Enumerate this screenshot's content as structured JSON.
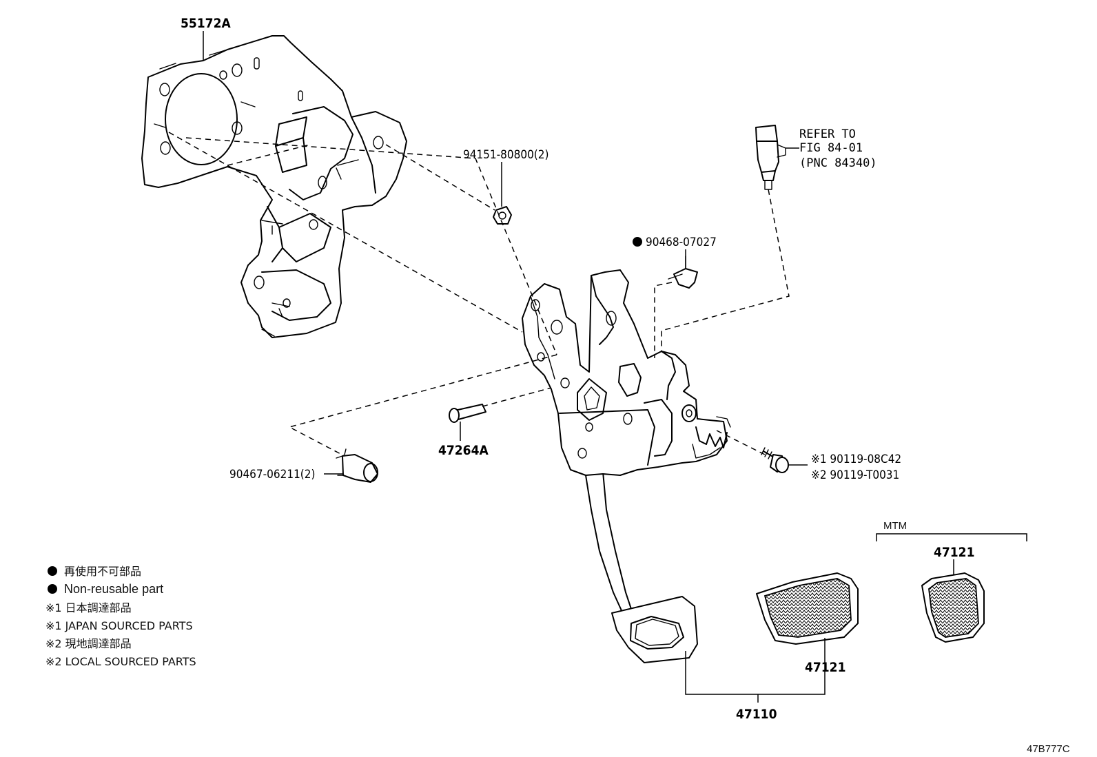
{
  "parts": {
    "p55172a": "55172A",
    "p94151": "94151-80800(2)",
    "p90468": "90468-07027",
    "refer_line1": "REFER TO",
    "refer_line2": "FIG 84-01",
    "refer_line3": "(PNC 84340)",
    "p47264a": "47264A",
    "p90467": "90467-06211(2)",
    "p90119_1": "※1 90119-08C42",
    "p90119_2": "※2 90119-T0031",
    "mtm": "MTM",
    "p47121_mtm": "47121",
    "p47121": "47121",
    "p47110": "47110"
  },
  "legend": {
    "line1": "再使用不可部品",
    "line2": "Non-reusable part",
    "line3": "※1 日本調達部品",
    "line4": "※1 JAPAN SOURCED PARTS",
    "line5": "※2 現地調達部品",
    "line6": "※2 LOCAL SOURCED PARTS"
  },
  "figure_ref": "47B777C",
  "icons": {
    "non_reusable": "filled-circle-icon"
  }
}
